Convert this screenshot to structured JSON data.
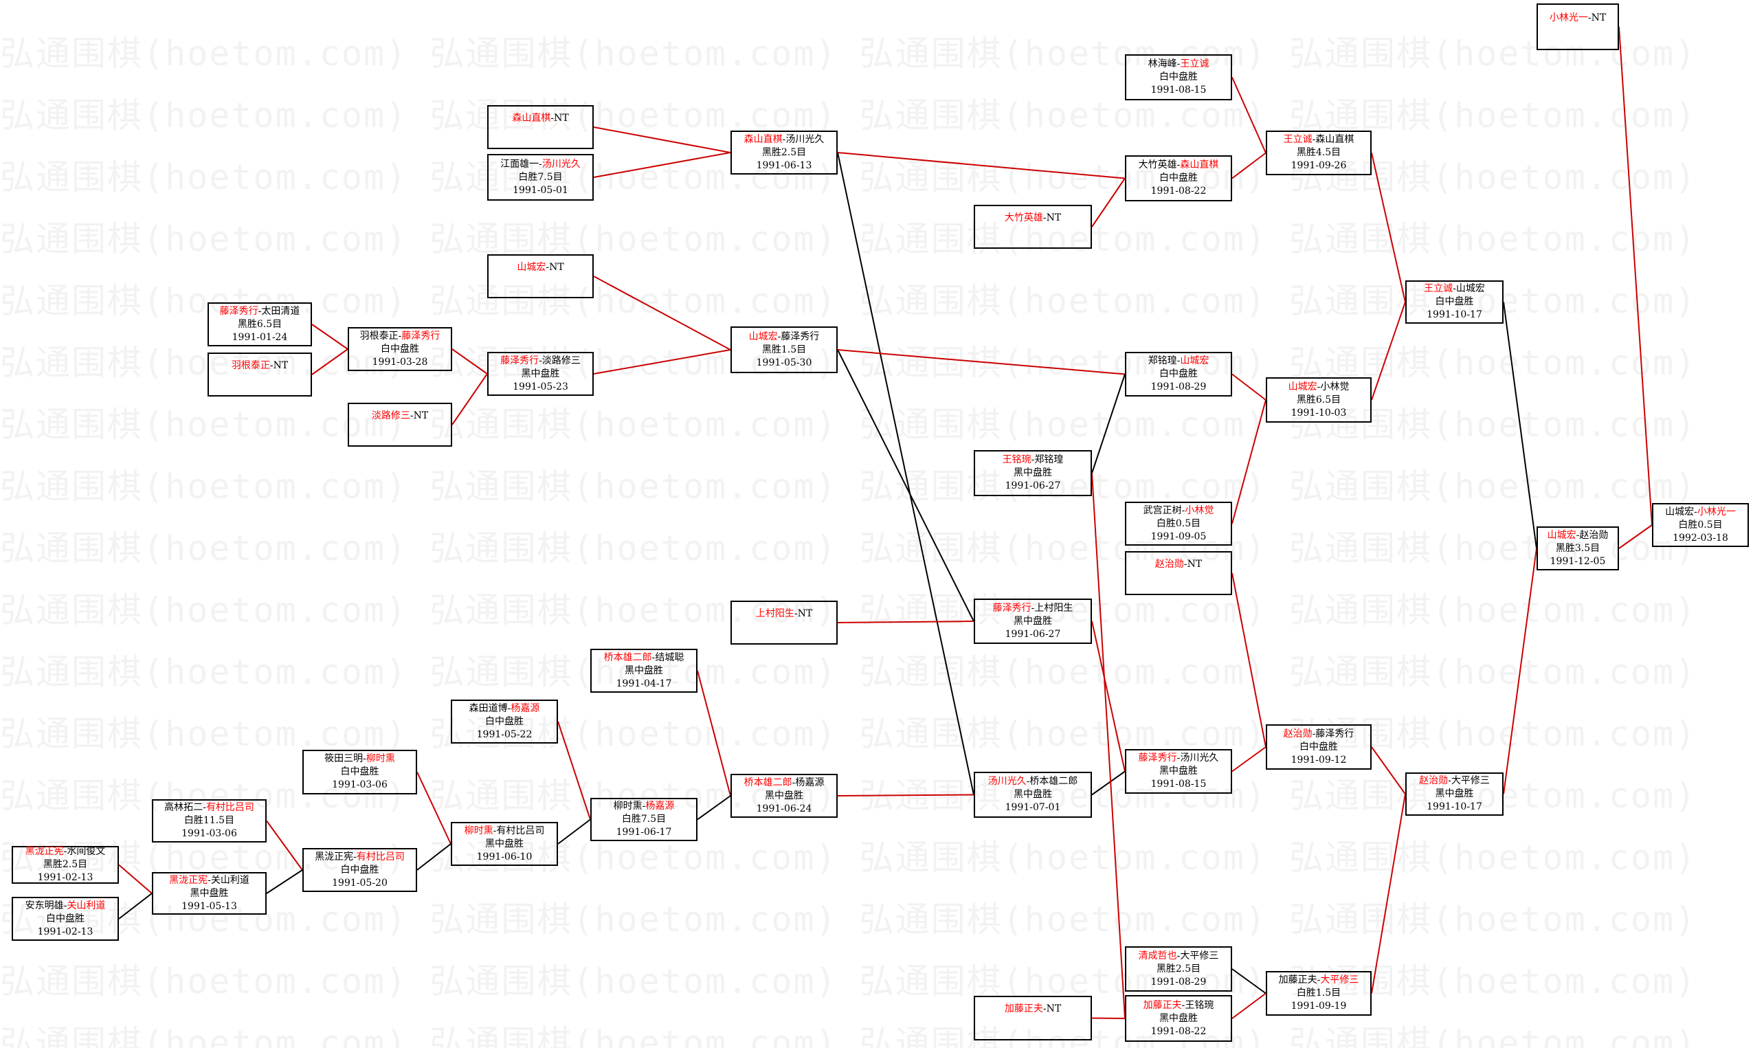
{
  "watermark": "弘通围棋(hoetom.com)",
  "colors": {
    "winner": "#ff0000",
    "winner_line": "#cc0000",
    "loser_line": "#000000",
    "text": "#000000"
  },
  "matches": [
    {
      "id": "m_kurosawa1",
      "players": [
        {
          "name": "黑泷正宪",
          "winner": true
        },
        {
          "name": "水间俊文",
          "winner": false
        }
      ],
      "result": "黑胜2.5目",
      "date": "1991-02-13"
    },
    {
      "id": "m_yamada1",
      "players": [
        {
          "name": "安东明雄",
          "winner": false
        },
        {
          "name": "关山利道",
          "winner": true
        }
      ],
      "result": "白中盘胜",
      "date": "1991-02-13"
    },
    {
      "id": "m_takabayashi",
      "players": [
        {
          "name": "高林拓二",
          "winner": false
        },
        {
          "name": "有村比吕司",
          "winner": true
        }
      ],
      "result": "白胜11.5目",
      "date": "1991-03-06"
    },
    {
      "id": "m_kurosawa2",
      "players": [
        {
          "name": "黑泷正宪",
          "winner": true
        },
        {
          "name": "关山利道",
          "winner": false
        }
      ],
      "result": "黑中盘胜",
      "date": "1991-05-13"
    },
    {
      "id": "m_shinoda",
      "players": [
        {
          "name": "筱田三明",
          "winner": false
        },
        {
          "name": "柳时熏",
          "winner": true
        }
      ],
      "result": "白中盘胜",
      "date": "1991-03-06"
    },
    {
      "id": "m_arimura",
      "players": [
        {
          "name": "黑泷正宪",
          "winner": false
        },
        {
          "name": "有村比吕司",
          "winner": true
        }
      ],
      "result": "白中盘胜",
      "date": "1991-05-20"
    },
    {
      "id": "m_yoo1",
      "players": [
        {
          "name": "柳时熏",
          "winner": true
        },
        {
          "name": "有村比吕司",
          "winner": false
        }
      ],
      "result": "黑中盘胜",
      "date": "1991-06-10"
    },
    {
      "id": "m_morita",
      "players": [
        {
          "name": "森田道博",
          "winner": false
        },
        {
          "name": "杨嘉源",
          "winner": true
        }
      ],
      "result": "白中盘胜",
      "date": "1991-05-22"
    },
    {
      "id": "m_hashimoto1",
      "players": [
        {
          "name": "桥本雄二郎",
          "winner": true
        },
        {
          "name": "结城聪",
          "winner": false
        }
      ],
      "result": "黑中盘胜",
      "date": "1991-04-17"
    },
    {
      "id": "m_yoo2",
      "players": [
        {
          "name": "柳时熏",
          "winner": false
        },
        {
          "name": "杨嘉源",
          "winner": true
        }
      ],
      "result": "白胜7.5目",
      "date": "1991-06-17"
    },
    {
      "id": "m_hashimoto2",
      "players": [
        {
          "name": "桥本雄二郎",
          "winner": true
        },
        {
          "name": "杨嘉源",
          "winner": false
        }
      ],
      "result": "黑中盘胜",
      "date": "1991-06-24"
    },
    {
      "id": "m_kamimura",
      "players": [
        {
          "name": "上村阳生",
          "winner": true
        },
        {
          "name": "NT",
          "winner": false
        }
      ],
      "result": "",
      "date": ""
    },
    {
      "id": "m_fujisawa_ueda",
      "players": [
        {
          "name": "藤泽秀行",
          "winner": true
        },
        {
          "name": "太田清道",
          "winner": false
        }
      ],
      "result": "黑胜6.5目",
      "date": "1991-01-24"
    },
    {
      "id": "m_hane_nt",
      "players": [
        {
          "name": "羽根泰正",
          "winner": true
        },
        {
          "name": "NT",
          "winner": false
        }
      ],
      "result": "",
      "date": ""
    },
    {
      "id": "m_hane_fujisawa",
      "players": [
        {
          "name": "羽根泰正",
          "winner": false
        },
        {
          "name": "藤泽秀行",
          "winner": true
        }
      ],
      "result": "白中盘胜",
      "date": "1991-03-28"
    },
    {
      "id": "m_awaji_nt",
      "players": [
        {
          "name": "淡路修三",
          "winner": true
        },
        {
          "name": "NT",
          "winner": false
        }
      ],
      "result": "",
      "date": ""
    },
    {
      "id": "m_fujisawa_awaji",
      "players": [
        {
          "name": "藤泽秀行",
          "winner": true
        },
        {
          "name": "淡路修三",
          "winner": false
        }
      ],
      "result": "黑中盘胜",
      "date": "1991-05-23"
    },
    {
      "id": "m_moriyama_nt",
      "players": [
        {
          "name": "森山直棋",
          "winner": true
        },
        {
          "name": "NT",
          "winner": false
        }
      ],
      "result": "",
      "date": ""
    },
    {
      "id": "m_emi_yugawa",
      "players": [
        {
          "name": "江面雄一",
          "winner": false
        },
        {
          "name": "汤川光久",
          "winner": true
        }
      ],
      "result": "白胜7.5目",
      "date": "1991-05-01"
    },
    {
      "id": "m_yamashiro_nt",
      "players": [
        {
          "name": "山城宏",
          "winner": true
        },
        {
          "name": "NT",
          "winner": false
        }
      ],
      "result": "",
      "date": ""
    },
    {
      "id": "m_moriyama_yugawa",
      "players": [
        {
          "name": "森山直棋",
          "winner": true
        },
        {
          "name": "汤川光久",
          "winner": false
        }
      ],
      "result": "黑胜2.5目",
      "date": "1991-06-13"
    },
    {
      "id": "m_yamashiro_fujisawa",
      "players": [
        {
          "name": "山城宏",
          "winner": true
        },
        {
          "name": "藤泽秀行",
          "winner": false
        }
      ],
      "result": "黑胜1.5目",
      "date": "1991-05-30"
    },
    {
      "id": "m_otake_nt",
      "players": [
        {
          "name": "大竹英雄",
          "winner": true
        },
        {
          "name": "NT",
          "winner": false
        }
      ],
      "result": "",
      "date": ""
    },
    {
      "id": "m_wang_zheng",
      "players": [
        {
          "name": "王铭琬",
          "winner": true
        },
        {
          "name": "郑铭瑝",
          "winner": false
        }
      ],
      "result": "黑中盘胜",
      "date": "1991-06-27"
    },
    {
      "id": "m_fujisawa_kamimura",
      "players": [
        {
          "name": "藤泽秀行",
          "winner": true
        },
        {
          "name": "上村阳生",
          "winner": false
        }
      ],
      "result": "黑中盘胜",
      "date": "1991-06-27"
    },
    {
      "id": "m_yugawa_hashimoto",
      "players": [
        {
          "name": "汤川光久",
          "winner": true
        },
        {
          "name": "桥本雄二郎",
          "winner": false
        }
      ],
      "result": "黑中盘胜",
      "date": "1991-07-01"
    },
    {
      "id": "m_kato_nt",
      "players": [
        {
          "name": "加藤正夫",
          "winner": true
        },
        {
          "name": "NT",
          "winner": false
        }
      ],
      "result": "",
      "date": ""
    },
    {
      "id": "m_lin_wang",
      "players": [
        {
          "name": "林海峰",
          "winner": false
        },
        {
          "name": "王立诚",
          "winner": true
        }
      ],
      "result": "白中盘胜",
      "date": "1991-08-15"
    },
    {
      "id": "m_otake_moriyama",
      "players": [
        {
          "name": "大竹英雄",
          "winner": false
        },
        {
          "name": "森山直棋",
          "winner": true
        }
      ],
      "result": "白中盘胜",
      "date": "1991-08-22"
    },
    {
      "id": "m_zheng_yamashiro",
      "players": [
        {
          "name": "郑铭瑝",
          "winner": false
        },
        {
          "name": "山城宏",
          "winner": true
        }
      ],
      "result": "白中盘胜",
      "date": "1991-08-29"
    },
    {
      "id": "m_takemiya_kobayashi",
      "players": [
        {
          "name": "武宫正树",
          "winner": false
        },
        {
          "name": "小林觉",
          "winner": true
        }
      ],
      "result": "白胜0.5目",
      "date": "1991-09-05"
    },
    {
      "id": "m_cho_nt",
      "players": [
        {
          "name": "赵治勋",
          "winner": true
        },
        {
          "name": "NT",
          "winner": false
        }
      ],
      "result": "",
      "date": ""
    },
    {
      "id": "m_fujisawa_yugawa",
      "players": [
        {
          "name": "藤泽秀行",
          "winner": true
        },
        {
          "name": "汤川光久",
          "winner": false
        }
      ],
      "result": "黑中盘胜",
      "date": "1991-08-15"
    },
    {
      "id": "m_kiyonari_ohira",
      "players": [
        {
          "name": "清成哲也",
          "winner": true
        },
        {
          "name": "大平修三",
          "winner": false
        }
      ],
      "result": "黑胜2.5目",
      "date": "1991-08-29"
    },
    {
      "id": "m_kato_wang",
      "players": [
        {
          "name": "加藤正夫",
          "winner": true
        },
        {
          "name": "王铭琬",
          "winner": false
        }
      ],
      "result": "黑中盘胜",
      "date": "1991-08-22"
    },
    {
      "id": "m_wang_moriyama",
      "players": [
        {
          "name": "王立诚",
          "winner": true
        },
        {
          "name": "森山直棋",
          "winner": false
        }
      ],
      "result": "黑胜4.5目",
      "date": "1991-09-26"
    },
    {
      "id": "m_yamashiro_kobayashi",
      "players": [
        {
          "name": "山城宏",
          "winner": true
        },
        {
          "name": "小林觉",
          "winner": false
        }
      ],
      "result": "黑胜6.5目",
      "date": "1991-10-03"
    },
    {
      "id": "m_cho_fujisawa",
      "players": [
        {
          "name": "赵治勋",
          "winner": true
        },
        {
          "name": "藤泽秀行",
          "winner": false
        }
      ],
      "result": "白中盘胜",
      "date": "1991-09-12"
    },
    {
      "id": "m_kato_ohira",
      "players": [
        {
          "name": "加藤正夫",
          "winner": false
        },
        {
          "name": "大平修三",
          "winner": true
        }
      ],
      "result": "白胜1.5目",
      "date": "1991-09-19"
    },
    {
      "id": "m_wang_yamashiro",
      "players": [
        {
          "name": "王立诚",
          "winner": true
        },
        {
          "name": "山城宏",
          "winner": false
        }
      ],
      "result": "白中盘胜",
      "date": "1991-10-17"
    },
    {
      "id": "m_cho_ohira",
      "players": [
        {
          "name": "赵治勋",
          "winner": true
        },
        {
          "name": "大平修三",
          "winner": false
        }
      ],
      "result": "黑中盘胜",
      "date": "1991-10-17"
    },
    {
      "id": "m_yamashiro_cho",
      "players": [
        {
          "name": "山城宏",
          "winner": true
        },
        {
          "name": "赵治勋",
          "winner": false
        }
      ],
      "result": "黑胜3.5目",
      "date": "1991-12-05"
    },
    {
      "id": "m_kobayashi_nt",
      "players": [
        {
          "name": "小林光一",
          "winner": true
        },
        {
          "name": "NT",
          "winner": false
        }
      ],
      "result": "",
      "date": ""
    },
    {
      "id": "m_final",
      "players": [
        {
          "name": "山城宏",
          "winner": false
        },
        {
          "name": "小林光一",
          "winner": true
        }
      ],
      "result": "白胜0.5目",
      "date": "1992-03-18"
    }
  ],
  "connections": [
    {
      "from": "m_kurosawa1",
      "to": "m_kurosawa2",
      "winner": true
    },
    {
      "from": "m_yamada1",
      "to": "m_kurosawa2",
      "winner": false
    },
    {
      "from": "m_takabayashi",
      "to": "m_arimura",
      "winner": true
    },
    {
      "from": "m_kurosawa2",
      "to": "m_arimura",
      "winner": false
    },
    {
      "from": "m_shinoda",
      "to": "m_yoo1",
      "winner": true
    },
    {
      "from": "m_arimura",
      "to": "m_yoo1",
      "winner": false
    },
    {
      "from": "m_morita",
      "to": "m_yoo2",
      "winner": true
    },
    {
      "from": "m_yoo1",
      "to": "m_yoo2",
      "winner": false
    },
    {
      "from": "m_hashimoto1",
      "to": "m_hashimoto2",
      "winner": true
    },
    {
      "from": "m_yoo2",
      "to": "m_hashimoto2",
      "winner": false
    },
    {
      "from": "m_fujisawa_ueda",
      "to": "m_hane_fujisawa",
      "winner": true
    },
    {
      "from": "m_hane_nt",
      "to": "m_hane_fujisawa",
      "winner": true
    },
    {
      "from": "m_hane_fujisawa",
      "to": "m_fujisawa_awaji",
      "winner": true
    },
    {
      "from": "m_awaji_nt",
      "to": "m_fujisawa_awaji",
      "winner": true
    },
    {
      "from": "m_moriyama_nt",
      "to": "m_moriyama_yugawa",
      "winner": true
    },
    {
      "from": "m_emi_yugawa",
      "to": "m_moriyama_yugawa",
      "winner": true
    },
    {
      "from": "m_yamashiro_nt",
      "to": "m_yamashiro_fujisawa",
      "winner": true
    },
    {
      "from": "m_fujisawa_awaji",
      "to": "m_yamashiro_fujisawa",
      "winner": true
    },
    {
      "from": "m_moriyama_yugawa",
      "to": "m_yugawa_hashimoto",
      "winner": false
    },
    {
      "from": "m_hashimoto2",
      "to": "m_yugawa_hashimoto",
      "winner": true
    },
    {
      "from": "m_yamashiro_fujisawa",
      "to": "m_fujisawa_kamimura",
      "winner": false
    },
    {
      "from": "m_kamimura",
      "to": "m_fujisawa_kamimura",
      "winner": true
    },
    {
      "from": "m_moriyama_yugawa",
      "to": "m_otake_moriyama",
      "winner": true
    },
    {
      "from": "m_otake_nt",
      "to": "m_otake_moriyama",
      "winner": true
    },
    {
      "from": "m_yamashiro_fujisawa",
      "to": "m_zheng_yamashiro",
      "winner": true
    },
    {
      "from": "m_wang_zheng",
      "to": "m_zheng_yamashiro",
      "winner": false
    },
    {
      "from": "m_fujisawa_kamimura",
      "to": "m_fujisawa_yugawa",
      "winner": true
    },
    {
      "from": "m_yugawa_hashimoto",
      "to": "m_fujisawa_yugawa",
      "winner": false
    },
    {
      "from": "m_wang_zheng",
      "to": "m_kato_wang",
      "winner": true
    },
    {
      "from": "m_kato_nt",
      "to": "m_kato_wang",
      "winner": true
    },
    {
      "from": "m_lin_wang",
      "to": "m_wang_moriyama",
      "winner": true
    },
    {
      "from": "m_otake_moriyama",
      "to": "m_wang_moriyama",
      "winner": true
    },
    {
      "from": "m_zheng_yamashiro",
      "to": "m_yamashiro_kobayashi",
      "winner": true
    },
    {
      "from": "m_takemiya_kobayashi",
      "to": "m_yamashiro_kobayashi",
      "winner": true
    },
    {
      "from": "m_cho_nt",
      "to": "m_cho_fujisawa",
      "winner": true
    },
    {
      "from": "m_fujisawa_yugawa",
      "to": "m_cho_fujisawa",
      "winner": true
    },
    {
      "from": "m_kiyonari_ohira",
      "to": "m_kato_ohira",
      "winner": false
    },
    {
      "from": "m_kato_wang",
      "to": "m_kato_ohira",
      "winner": true
    },
    {
      "from": "m_wang_moriyama",
      "to": "m_wang_yamashiro",
      "winner": true
    },
    {
      "from": "m_yamashiro_kobayashi",
      "to": "m_wang_yamashiro",
      "winner": true
    },
    {
      "from": "m_cho_fujisawa",
      "to": "m_cho_ohira",
      "winner": true
    },
    {
      "from": "m_kato_ohira",
      "to": "m_cho_ohira",
      "winner": true
    },
    {
      "from": "m_wang_yamashiro",
      "to": "m_yamashiro_cho",
      "winner": false
    },
    {
      "from": "m_cho_ohira",
      "to": "m_yamashiro_cho",
      "winner": true
    },
    {
      "from": "m_kobayashi_nt",
      "to": "m_final",
      "winner": true
    },
    {
      "from": "m_yamashiro_cho",
      "to": "m_final",
      "winner": true
    }
  ]
}
